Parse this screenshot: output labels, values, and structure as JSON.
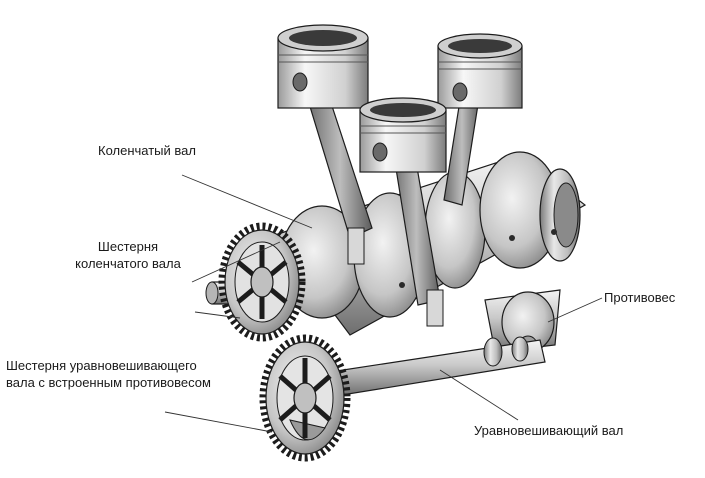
{
  "labels": {
    "crankshaft": "Коленчатый вал",
    "crankshaft_gear": "Шестерня\nколенчатого вала",
    "balance_shaft_gear": "Шестерня уравновешивающего\nвала с встроенным противовесом",
    "counterweight": "Противовес",
    "balance_shaft": "Уравновешивающий вал"
  },
  "colors": {
    "background": "#ffffff",
    "metal_light": "#eeeeee",
    "metal_mid": "#bdbdbd",
    "metal_dark": "#5a5a5a",
    "outline": "#1c1c1c",
    "leader_line": "#333333"
  }
}
